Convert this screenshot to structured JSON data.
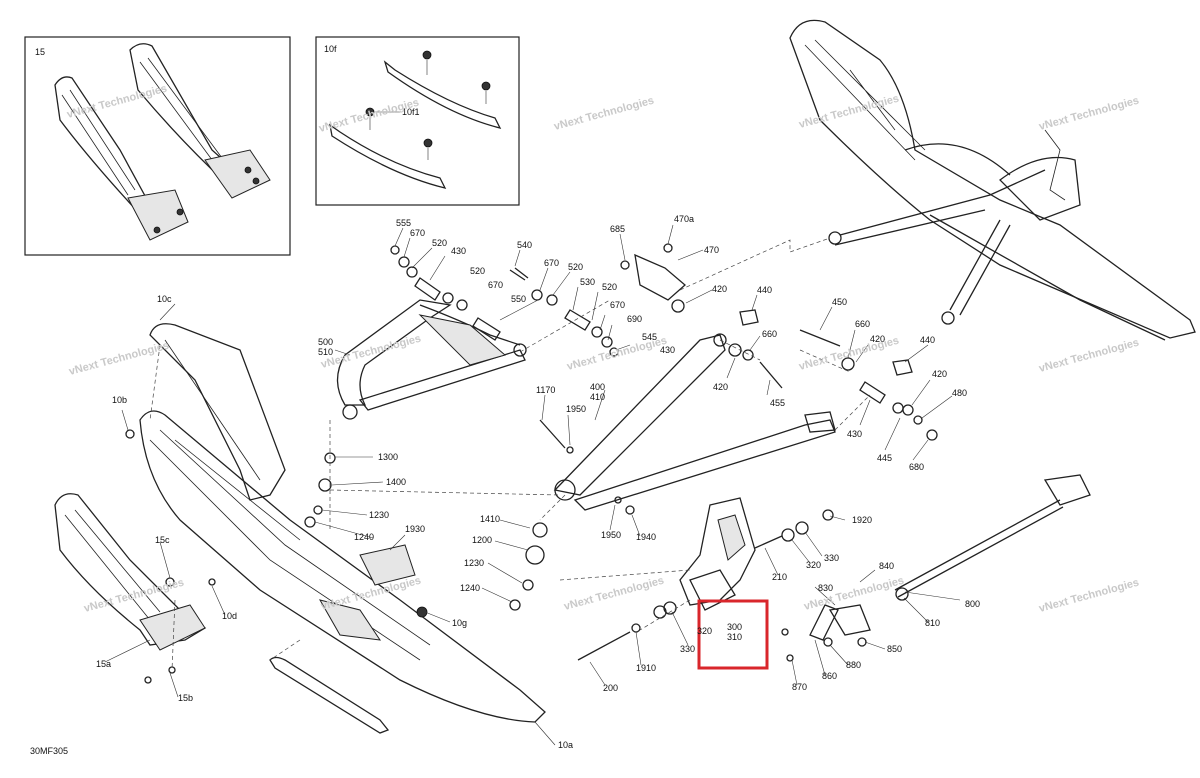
{
  "diagram_code": "30MF305",
  "watermark": "vNext Technologies",
  "inset_labels": {
    "inset_left": "15",
    "inset_right": "10f",
    "inset_right_part": "10f1"
  },
  "labels": {
    "l555": "555",
    "l670a": "670",
    "l520a": "520",
    "l430a": "430",
    "l540": "540",
    "l670b": "670",
    "l520b": "520",
    "l520c": "520",
    "l670c": "670",
    "l530": "530",
    "l550": "550",
    "l520d": "520",
    "l670d": "670",
    "l690": "690",
    "l545": "545",
    "l685": "685",
    "l470a": "470a",
    "l470": "470",
    "l420a": "420",
    "l440a": "440",
    "l430b": "430",
    "l660": "660",
    "l420b": "420",
    "l455": "455",
    "l450": "450",
    "l660b": "660",
    "l420c": "420",
    "l440b": "440",
    "l420d": "420",
    "l480": "480",
    "l430c": "430",
    "l445": "445",
    "l680": "680",
    "l500": "500",
    "l510": "510",
    "l10c": "10c",
    "l10b": "10b",
    "l1300": "1300",
    "l1400": "1400",
    "l1230a": "1230",
    "l1240a": "1240",
    "l1930": "1930",
    "l1170": "1170",
    "l1950a": "1950",
    "l400": "400",
    "l410": "410",
    "l1410": "1410",
    "l1200": "1200",
    "l1230b": "1230",
    "l1240b": "1240",
    "l1950b": "1950",
    "l1940": "1940",
    "l1920": "1920",
    "l330a": "330",
    "l320a": "320",
    "l210": "210",
    "l840": "840",
    "l830": "830",
    "l800": "800",
    "l810": "810",
    "l320b": "320",
    "l330b": "330",
    "l300": "300",
    "l310": "310",
    "l1910": "1910",
    "l200": "200",
    "l870": "870",
    "l860": "860",
    "l880": "880",
    "l850": "850",
    "l15c": "15c",
    "l10d": "10d",
    "l10g": "10g",
    "l15a": "15a",
    "l15b": "15b",
    "l10a": "10a"
  },
  "highlight": {
    "color": "#d9262b",
    "items": [
      "300",
      "310"
    ]
  }
}
